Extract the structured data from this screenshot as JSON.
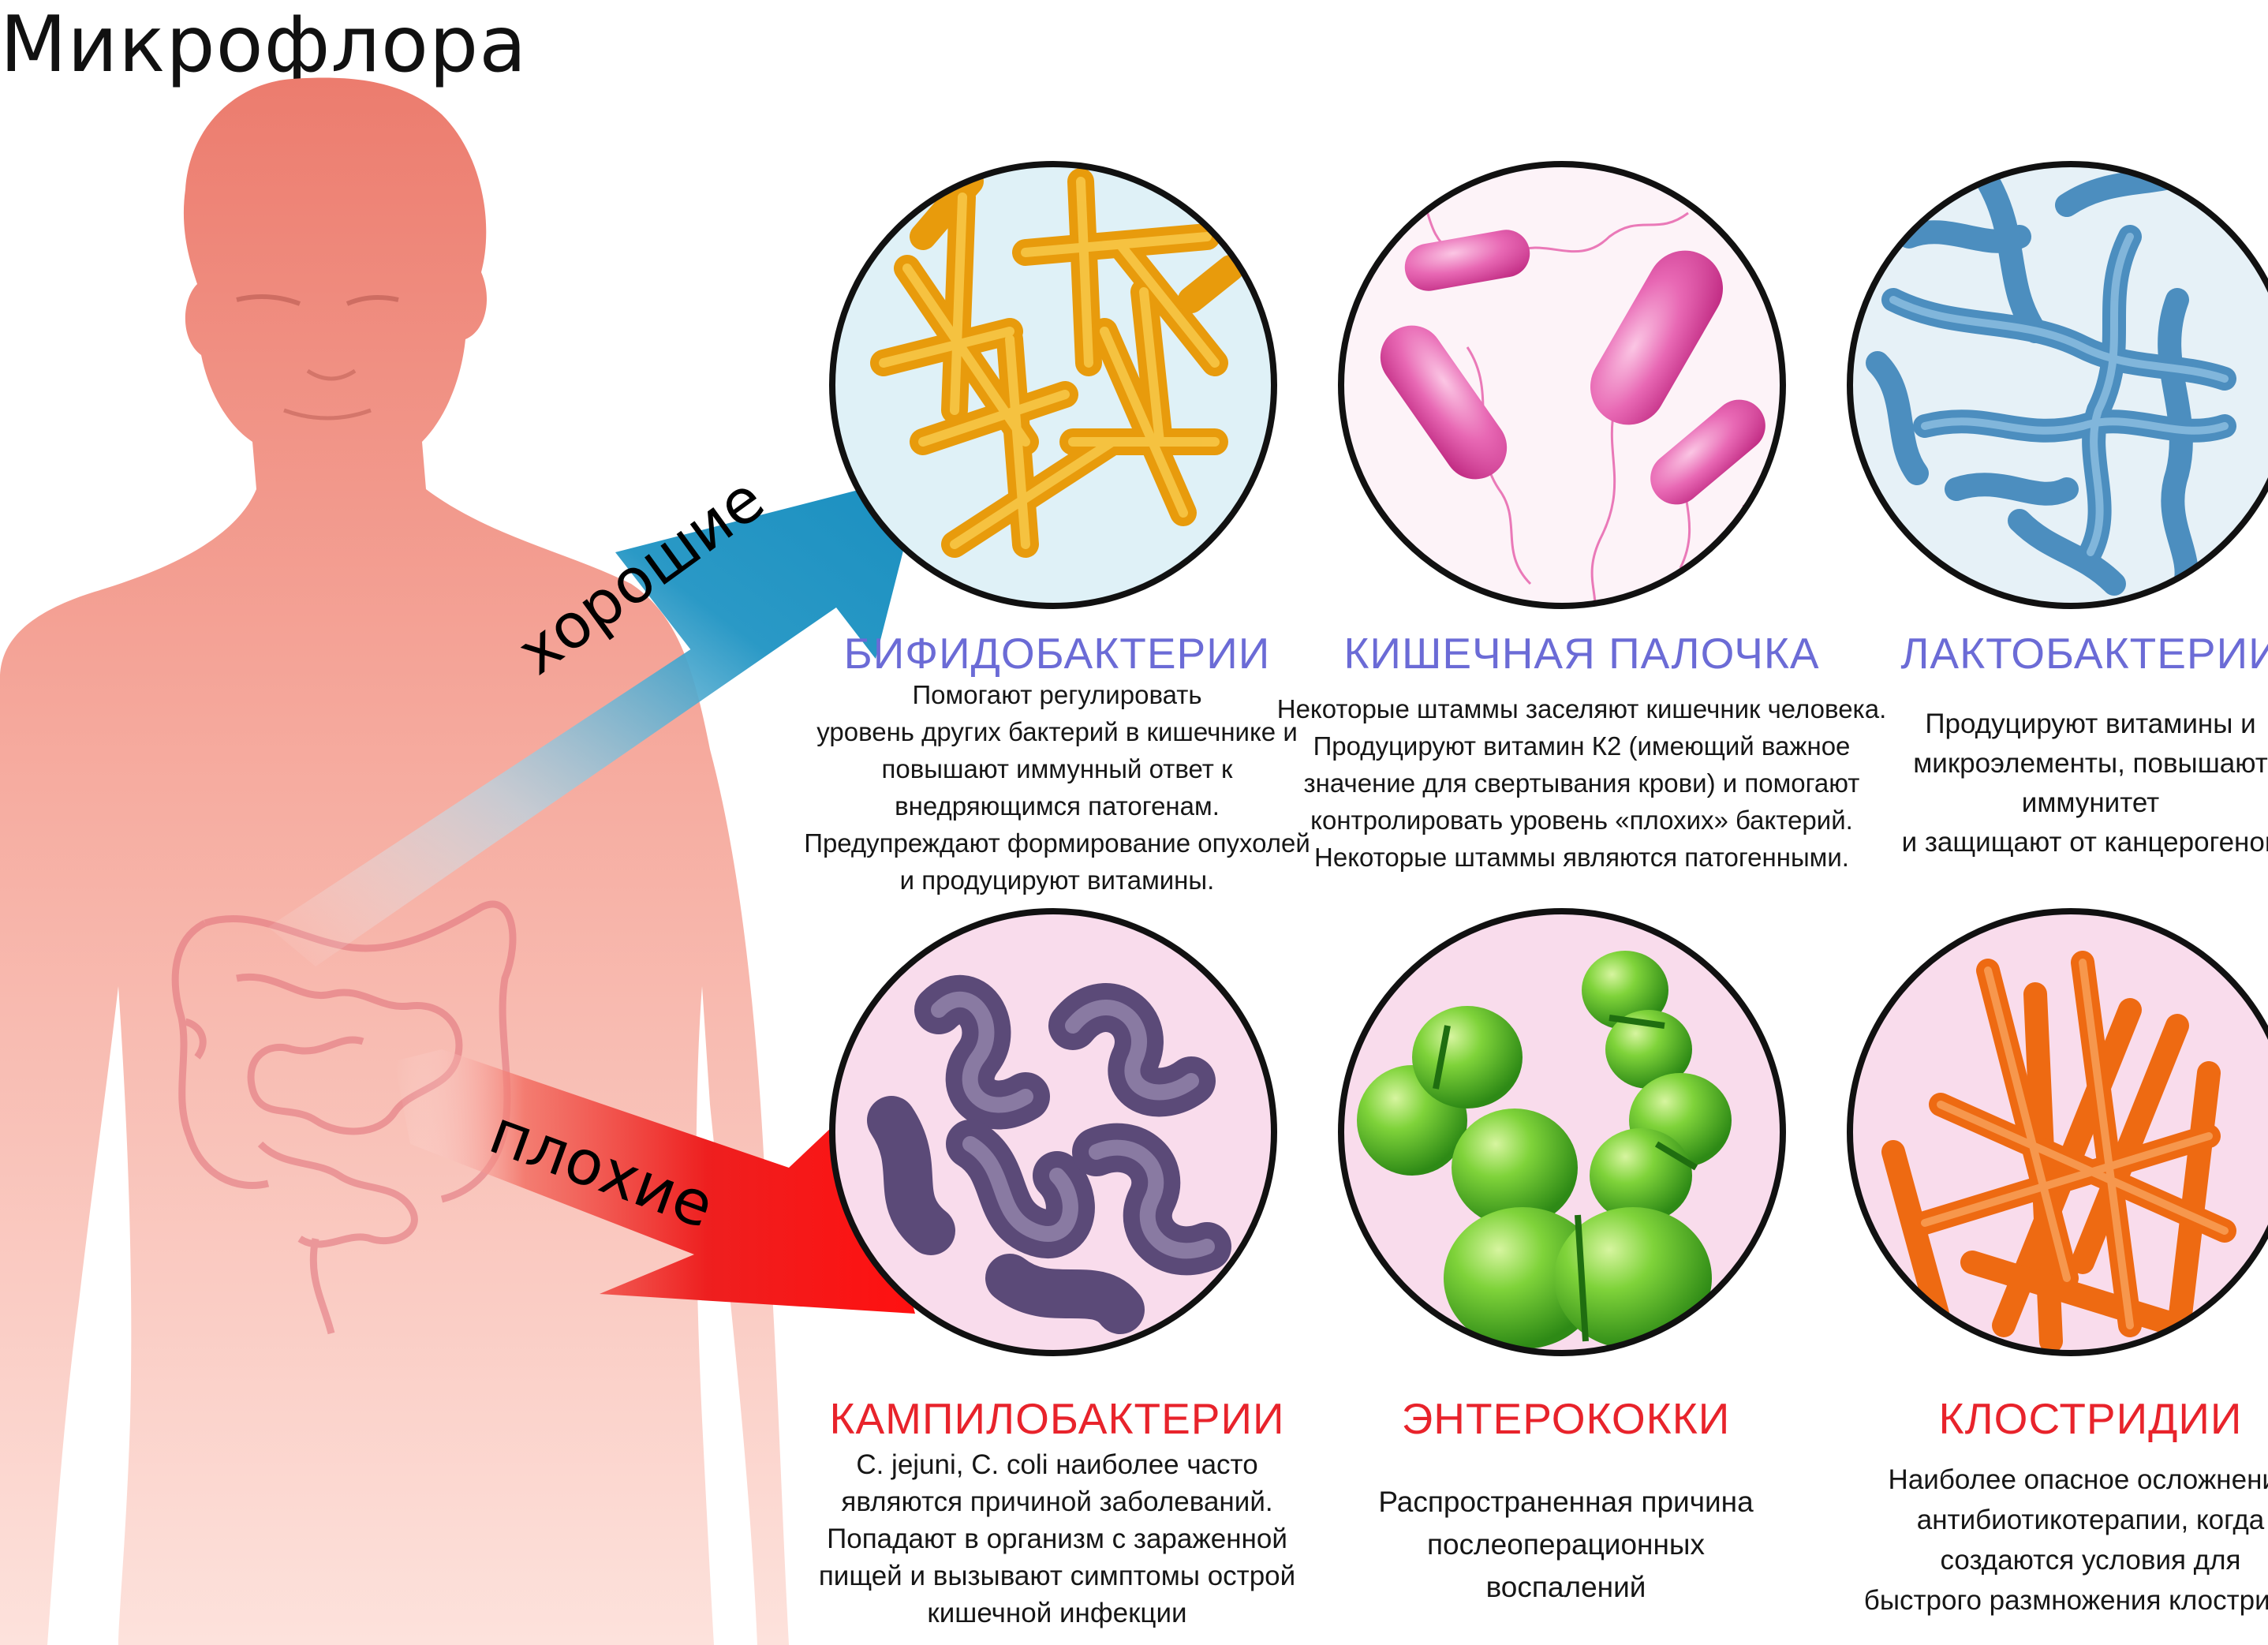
{
  "title": "Микрофлора",
  "arrows": {
    "good": "хорошие",
    "bad": "плохие"
  },
  "colors": {
    "good_name": "#6b6bd6",
    "bad_name": "#e8232b",
    "good_arrow": "#1f95c4",
    "bad_arrow": "#ee1414",
    "body": "#f08878"
  },
  "bacteria": [
    {
      "name": "БИФИДОБАКТЕРИИ",
      "type": "good",
      "icon": "bifidobacteria-icon",
      "lines": [
        "Помогают регулировать",
        "уровень других бактерий в кишечнике и",
        "повышают иммунный ответ к",
        "внедряющимся патогенам.",
        "Предупреждают формирование опухолей",
        "и продуцируют витамины."
      ]
    },
    {
      "name": "КИШЕЧНАЯ ПАЛОЧКА",
      "type": "good",
      "icon": "e-coli-icon",
      "lines": [
        "Некоторые штаммы заселяют кишечник человека.",
        "Продуцируют витамин К2 (имеющий важное",
        "значение для свертывания крови) и помогают",
        "контролировать уровень «плохих» бактерий.",
        "Некоторые штаммы являются патогенными."
      ]
    },
    {
      "name": "ЛАКТОБАКТЕРИИ",
      "type": "good",
      "icon": "lactobacteria-icon",
      "lines": [
        "Продуцируют витамины и",
        "микроэлементы, повышают",
        "иммунитет",
        "и защищают от канцерогенов"
      ]
    },
    {
      "name": "КАМПИЛОБАКТЕРИИ",
      "type": "bad",
      "icon": "campylobacter-icon",
      "lines": [
        "C. jejuni, C. coli наиболее часто",
        "являются причиной заболеваний.",
        "Попадают в организм с зараженной",
        "пищей и вызывают симптомы острой",
        "кишечной инфекции"
      ]
    },
    {
      "name": "ЭНТЕРОКОККИ",
      "type": "bad",
      "icon": "enterococci-icon",
      "lines": [
        "Распространенная причина",
        "послеоперационных",
        "воспалений"
      ]
    },
    {
      "name": "КЛОСТРИДИИ",
      "type": "bad",
      "icon": "clostridia-icon",
      "lines": [
        "Наиболее опасное осложнение",
        "антибиотикотерапии, когда",
        "создаются условия для",
        "быстрого размножения клостридий"
      ]
    }
  ]
}
